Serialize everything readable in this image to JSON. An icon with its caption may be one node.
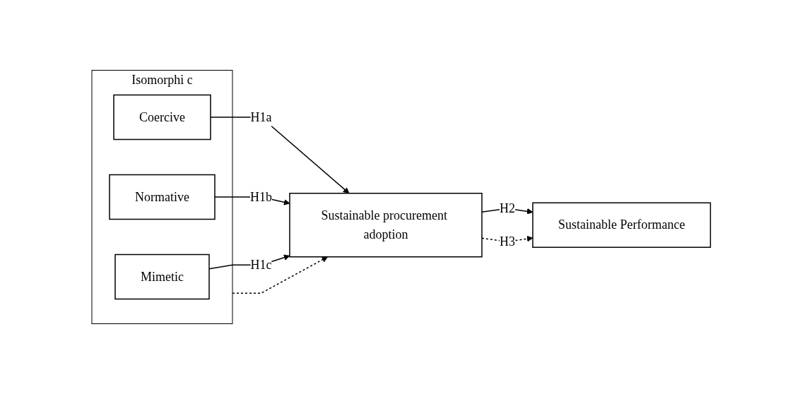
{
  "diagram": {
    "nodes": [
      {
        "text": [
          "Isomorphi c"
        ]
      },
      {
        "text": [
          "Coercive"
        ],
        "in": 0
      },
      {
        "text": [
          "Normative"
        ],
        "in": 0
      },
      {
        "text": [
          "Mimetic"
        ],
        "in": 0
      },
      {
        "text": [
          "Sustainable procurement adoption"
        ]
      },
      {
        "text": [
          "Sustainable Performance"
        ]
      }
    ],
    "edges": [
      {
        "from": 1,
        "to": 4,
        "arrow": "to",
        "label": "H1a"
      },
      {
        "from": 0,
        "to": 4,
        "arrow": "to",
        "style": "dashed"
      },
      {
        "from": 2,
        "to": 4,
        "arrow": "to",
        "label": "H1b"
      },
      {
        "from": 3,
        "to": 4,
        "arrow": "to",
        "label": "H1c"
      },
      {
        "from": 4,
        "to": 5,
        "arrow": "to",
        "label": "H2"
      },
      {
        "from": 4,
        "to": 5,
        "arrow": "to",
        "label": "H3",
        "style": "dashed"
      }
    ]
  }
}
